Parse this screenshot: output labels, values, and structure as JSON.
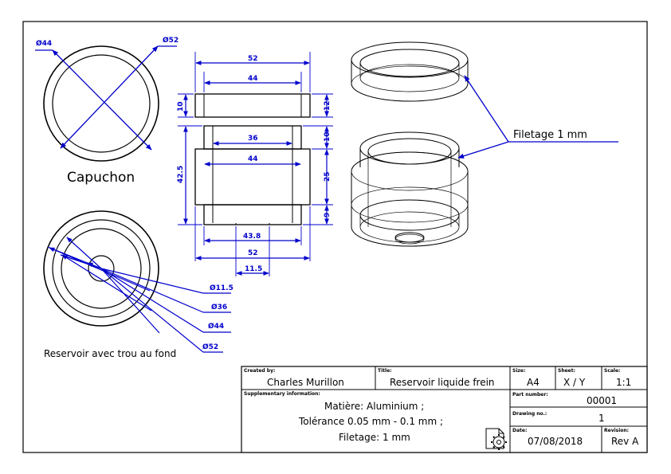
{
  "views": {
    "cap_label": "Capuchon",
    "reservoir_label": "Reservoir avec trou au fond",
    "thread_label": "Filetage 1 mm"
  },
  "dimensions": {
    "cap_d44": "Ø44",
    "cap_d52": "Ø52",
    "front_52_top": "52",
    "front_44_top": "44",
    "front_10_left": "10",
    "front_12_right": "12",
    "front_36": "36",
    "front_10_right": "10",
    "front_44_mid": "44",
    "front_425": "42.5",
    "front_25": "25",
    "front_9": "9",
    "front_438": "43.8",
    "front_52_bottom": "52",
    "front_115": "11.5",
    "res_d115": "Ø11.5",
    "res_d36": "Ø36",
    "res_d44": "Ø44",
    "res_d52": "Ø52"
  },
  "title_block": {
    "created_by_label": "Created by:",
    "created_by": "Charles Murillon",
    "title_label": "Title:",
    "title": "Reservoir liquide frein",
    "size_label": "Size:",
    "size": "A4",
    "sheet_label": "Sheet:",
    "sheet": "X / Y",
    "scale_label": "Scale:",
    "scale": "1:1",
    "supp_label": "Supplementary information:",
    "supp_line1": "Matière: Aluminium ;",
    "supp_line2": "Tolérance 0.05 mm - 0.1 mm ;",
    "supp_line3": "Filetage: 1 mm",
    "part_label": "Part number:",
    "part": "00001",
    "drawing_label": "Drawing no.:",
    "drawing": "1",
    "date_label": "Date:",
    "date": "07/08/2018",
    "revision_label": "Revision:",
    "revision": "Rev A"
  },
  "icons": {
    "logo": "gear-document-icon"
  },
  "colors": {
    "dimension": "#0000cc",
    "line": "#000000"
  }
}
